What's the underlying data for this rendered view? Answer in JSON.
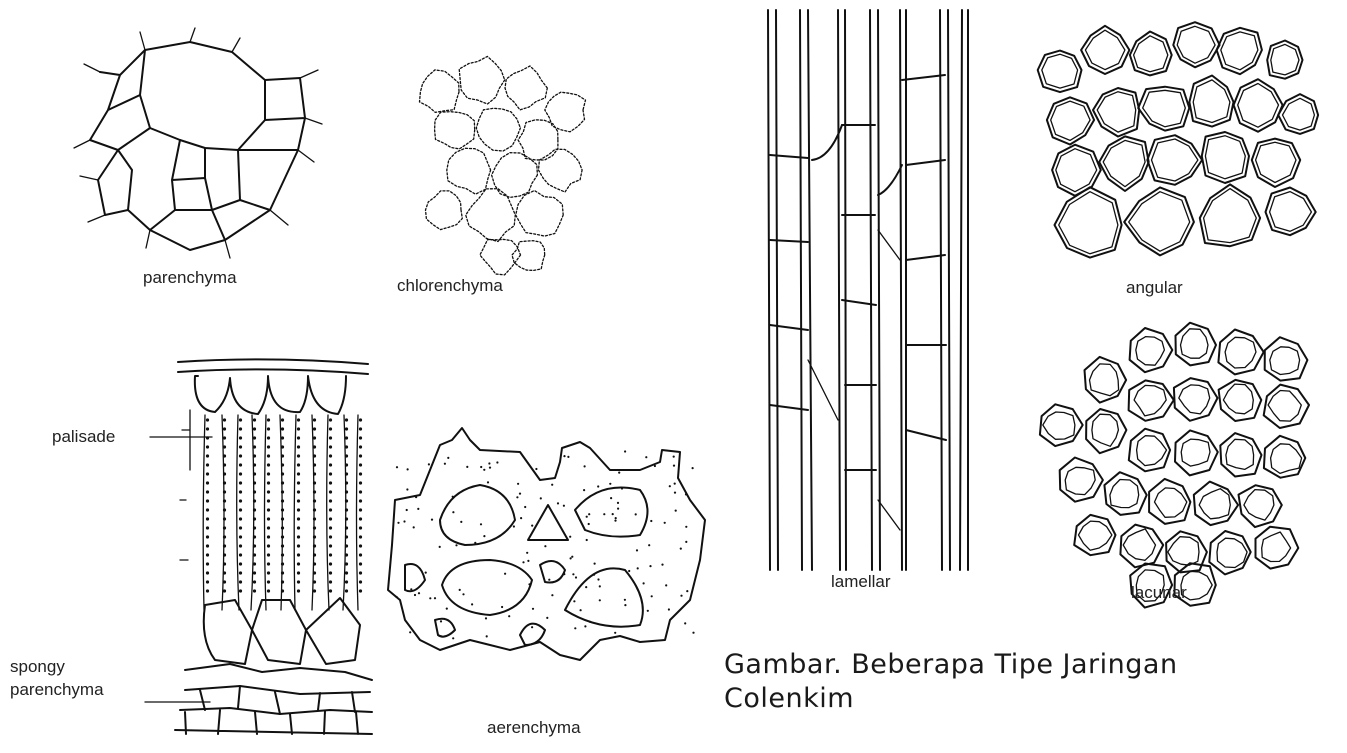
{
  "labels": {
    "parenchyma": "parenchyma",
    "chlorenchyma": "chlorenchyma",
    "palisade": "palisade",
    "spongy": "spongy",
    "spongy_parenchyma": "parenchyma",
    "aerenchyma": "aerenchyma",
    "lamellar": "lamellar",
    "angular": "angular",
    "lacunar": "lacunar"
  },
  "caption": {
    "line1": "Gambar. Beberapa Tipe Jaringan",
    "line2": "Colenkim"
  }
}
